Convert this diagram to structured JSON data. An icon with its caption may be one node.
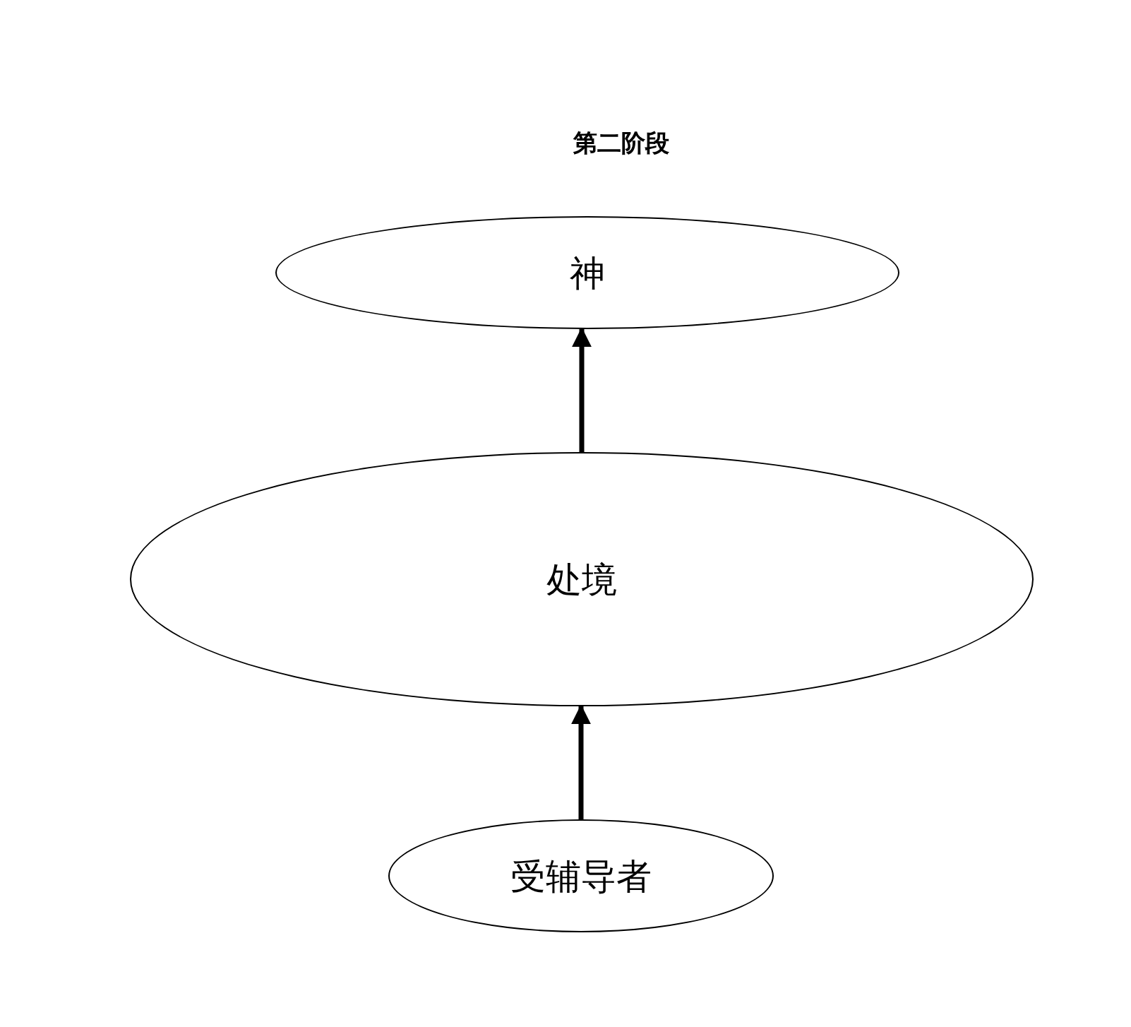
{
  "diagram": {
    "title": "第二阶段",
    "nodes": [
      {
        "text": [
          "神"
        ]
      },
      {
        "text": [
          "处境"
        ]
      },
      {
        "text": [
          "受辅导者"
        ]
      }
    ],
    "edges": [
      {
        "from": 2,
        "to": 1,
        "arrow": "to"
      },
      {
        "from": 1,
        "to": 0,
        "arrow": "to"
      }
    ]
  }
}
